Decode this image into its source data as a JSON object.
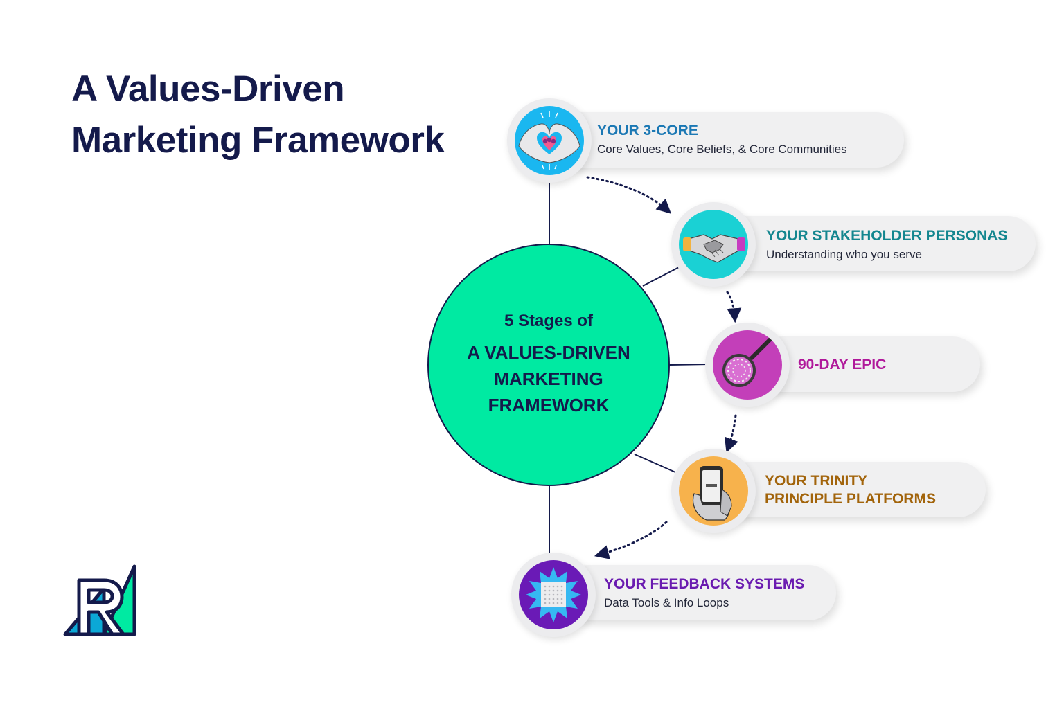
{
  "title": {
    "line1": "A Values-Driven",
    "line2": "Marketing Framework"
  },
  "hub": {
    "subtitle": "5 Stages of",
    "heading": "A VALUES-DRIVEN MARKETING FRAMEWORK"
  },
  "stages": [
    {
      "title": "YOUR 3-CORE",
      "desc": "Core Values, Core Beliefs, & Core Communities",
      "color": "#1b78b4",
      "icon": "heart-hands-icon",
      "circle_color": "#1ab7f0"
    },
    {
      "title": "YOUR STAKEHOLDER PERSONAS",
      "desc": "Understanding who you serve",
      "color": "#13868f",
      "icon": "handshake-icon",
      "circle_color": "#1ad1d4"
    },
    {
      "title": "90-DAY EPIC",
      "desc": "",
      "color": "#b0189a",
      "icon": "magnifier-icon",
      "circle_color": "#c33fb9"
    },
    {
      "title": "YOUR TRINITY",
      "title2": "PRINCIPLE PLATFORMS",
      "desc": "",
      "color": "#a2640b",
      "icon": "phone-in-hand-icon",
      "circle_color": "#f7b24c"
    },
    {
      "title": "YOUR FEEDBACK SYSTEMS",
      "desc": "Data Tools & Info Loops",
      "color": "#6a1bb0",
      "icon": "burst-chip-icon",
      "circle_color": "#6a1ab6"
    }
  ],
  "colors": {
    "navy": "#141a4b",
    "hub_green": "#00eaa2",
    "pill_bg": "#f0f0f1"
  }
}
